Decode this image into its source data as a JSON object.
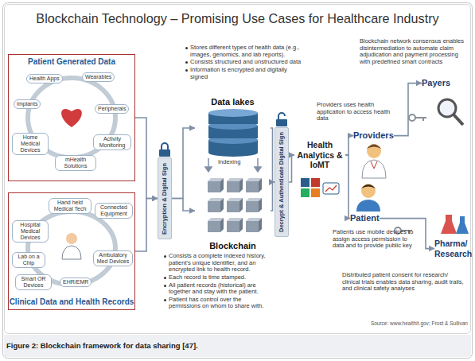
{
  "diagram": {
    "title": "Blockchain Technology – Promising Use Cases for Healthcare Industry",
    "caption": "Figure 2: Blockchain framework for data sharing [47].",
    "nodes": [
      {
        "text": [
          "Patient Generated Data"
        ]
      },
      {
        "text": [
          "Health Apps"
        ],
        "in": 0
      },
      {
        "text": [
          "Wearables"
        ],
        "in": 0
      },
      {
        "text": [
          "Implants"
        ],
        "in": 0
      },
      {
        "text": [
          "Peripherals"
        ],
        "in": 0
      },
      {
        "text": [
          "Home Medical Devices"
        ],
        "in": 0
      },
      {
        "text": [
          "Activity Monitoring"
        ],
        "in": 0
      },
      {
        "text": [
          "mHealth Solutions"
        ],
        "in": 0
      },
      {
        "text": [
          "Clinical Data and Health Records"
        ]
      },
      {
        "text": [
          "Hand held Medical Tech"
        ],
        "in": 8
      },
      {
        "text": [
          "Connected Equipment"
        ],
        "in": 8
      },
      {
        "text": [
          "Hospital Medical Devices"
        ],
        "in": 8
      },
      {
        "text": [
          "Lab on a Chip"
        ],
        "in": 8
      },
      {
        "text": [
          "Ambulatory Med Devices"
        ],
        "in": 8
      },
      {
        "text": [
          "Smart OR Devices"
        ],
        "in": 8
      },
      {
        "text": [
          "EHR/EMR"
        ],
        "in": 8
      },
      {
        "text": [
          "Encryption & Digital Sign"
        ]
      },
      {
        "text": [
          "Data lakes"
        ]
      },
      {
        "text": [
          "Blockchain"
        ]
      },
      {
        "text": [
          "Decrypt & Authenticate Digital Sign"
        ]
      },
      {
        "text": [
          "Health Analytics & IoMT"
        ]
      },
      {
        "text": [
          "Providers"
        ]
      },
      {
        "text": [
          "Patient"
        ]
      },
      {
        "text": [
          "Payers"
        ]
      },
      {
        "text": [
          "Pharma/ Research"
        ]
      }
    ],
    "edges": [
      {
        "from": 0,
        "to": 16,
        "arrow": "to"
      },
      {
        "from": 8,
        "to": 16,
        "arrow": "to"
      },
      {
        "from": 16,
        "to": 17,
        "arrow": "to"
      },
      {
        "from": 16,
        "to": 18,
        "arrow": "to"
      },
      {
        "from": 17,
        "to": 19,
        "arrow": "to"
      },
      {
        "from": 18,
        "to": 19,
        "arrow": "to"
      },
      {
        "from": 19,
        "to": 20,
        "arrow": "to"
      },
      {
        "from": 20,
        "to": 21,
        "arrow": "to"
      },
      {
        "from": 20,
        "to": 22,
        "arrow": "to"
      },
      {
        "from": 21,
        "to": 23,
        "arrow": "to"
      },
      {
        "from": 22,
        "to": 24,
        "arrow": "to"
      }
    ],
    "labels": [
      "Stores different types of health data (e.g., images, genomics, and lab reports).",
      "Consists structured and unstructured data",
      "Information is encrypted and digitally signed",
      "Indexing",
      "Consists a complete indexed history, patient's unique identifier, and an encrypted link to health record.",
      "Each record is time stamped.",
      "All patient records (historical) are together and stay with the patient.",
      "Patient has control over the permissions on whom to share with.",
      "Blockchain network consensus enables disintermediation to automate claim adjudication and payment processing with predefined smart contracts",
      "Providers uses health application to access health data",
      "Patients use mobile devices to assign access permission to data and to provide public key",
      "Distributed patient consent for research/ clinical trials enables data sharing, audit trails, and clinical safety analyses",
      "Source: www.healthit.gov; Frost & Sullivan"
    ]
  }
}
